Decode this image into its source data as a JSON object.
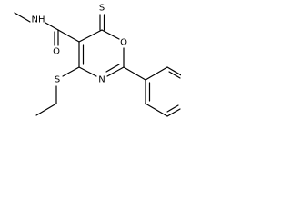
{
  "molecule": {
    "atoms": {
      "amide_nh": "NH",
      "carbonyl_o": "O",
      "ring_o": "O",
      "thione_s": "S",
      "ring_n": "N",
      "thioether_s": "S"
    }
  }
}
